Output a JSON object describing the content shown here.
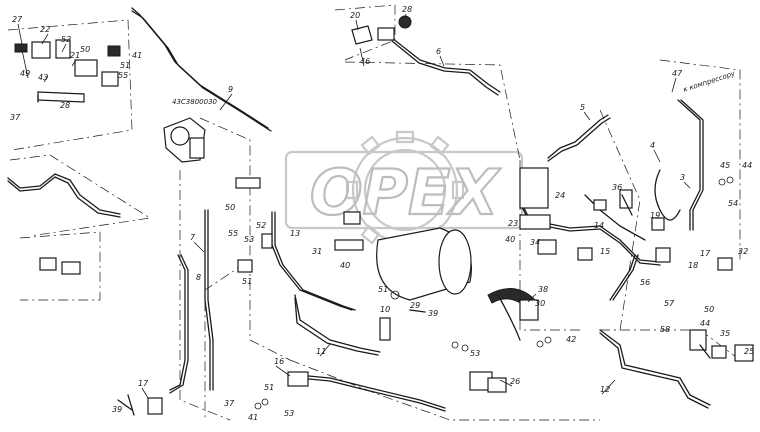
{
  "watermark": {
    "text": "OPEX"
  },
  "annotations": {
    "valve_code": "43С3800030",
    "to_compressor": "к компрессору"
  },
  "callouts": [
    "27",
    "22",
    "52",
    "21",
    "43",
    "49",
    "50",
    "41",
    "55",
    "51",
    "28",
    "37",
    "9",
    "20",
    "28",
    "46",
    "6",
    "5",
    "47",
    "4",
    "3",
    "45",
    "44",
    "54",
    "36",
    "24",
    "23",
    "40",
    "34",
    "15",
    "14",
    "19",
    "18",
    "50",
    "53",
    "56",
    "52",
    "55",
    "13",
    "31",
    "40",
    "51",
    "10",
    "8",
    "51",
    "29",
    "39",
    "11",
    "17",
    "7",
    "16",
    "37",
    "30",
    "38",
    "42",
    "26",
    "12",
    "44",
    "35",
    "25",
    "39",
    "41",
    "53",
    "17",
    "58",
    "32",
    "51",
    "57",
    "50",
    "53"
  ]
}
